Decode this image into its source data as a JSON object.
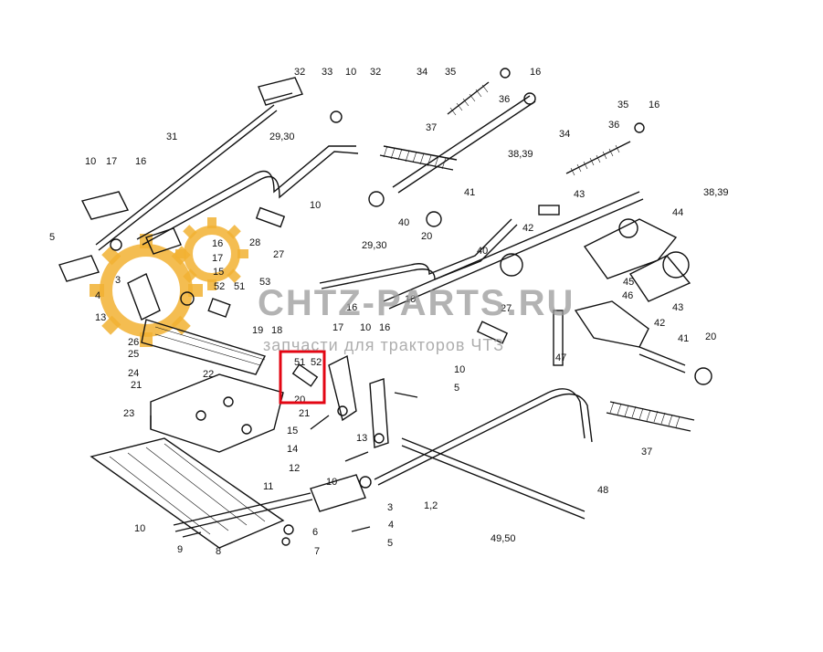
{
  "diagram": {
    "callouts": [
      "32",
      "33",
      "10",
      "32",
      "34",
      "35",
      "16",
      "36",
      "31",
      "29,30",
      "37",
      "38,39",
      "35",
      "36",
      "16",
      "34",
      "10",
      "17",
      "16",
      "10",
      "41",
      "43",
      "38,39",
      "44",
      "5",
      "28",
      "16",
      "17",
      "27",
      "40",
      "20",
      "42",
      "40",
      "15",
      "52",
      "51",
      "53",
      "29,30",
      "45",
      "46",
      "43",
      "4",
      "3",
      "13",
      "10",
      "16",
      "27",
      "42",
      "26",
      "19",
      "18",
      "10",
      "17",
      "16",
      "25",
      "51",
      "52",
      "47",
      "41",
      "20",
      "24",
      "22",
      "10",
      "21",
      "20",
      "5",
      "23",
      "21",
      "15",
      "13",
      "14",
      "37",
      "12",
      "11",
      "10",
      "3",
      "10",
      "4",
      "48",
      "6",
      "9",
      "8",
      "7",
      "5",
      "1,2",
      "49,50"
    ],
    "highlight_callouts": [
      "51",
      "52"
    ],
    "highlight_color": "#e30613"
  },
  "watermark": {
    "brand": "CHTZ-PARTS.RU",
    "tagline": "запчасти для тракторов ЧТЗ",
    "gear_color": "#f2b233"
  }
}
